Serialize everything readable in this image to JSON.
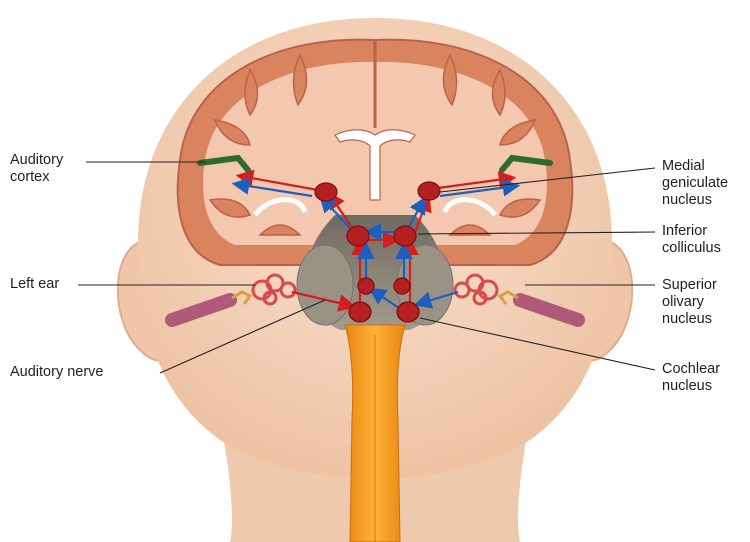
{
  "labels": {
    "auditory_cortex": "Auditory\ncortex",
    "left_ear": "Left ear",
    "auditory_nerve": "Auditory nerve",
    "medial_geniculate": "Medial\ngeniculate\nnucleus",
    "inferior_colliculus": "Inferior\ncolliculus",
    "superior_olivary": "Superior\nolivary\nnucleus",
    "cochlear_nucleus": "Cochlear\nnucleus"
  },
  "colors": {
    "skin": "#f4d6bf",
    "skin_shadow": "#eac2a4",
    "cortex": "#d9835f",
    "white_matter": "#f3c8ae",
    "brainstem": "#8d8578",
    "spinal_cord": "#f29a1c",
    "nucleus": "#b51f1f",
    "ipsilateral_path": "#d41e1e",
    "contralateral_path": "#1d5fbf",
    "auditory_cortex_band": "#2f6b2f",
    "leader_line": "#222222"
  }
}
